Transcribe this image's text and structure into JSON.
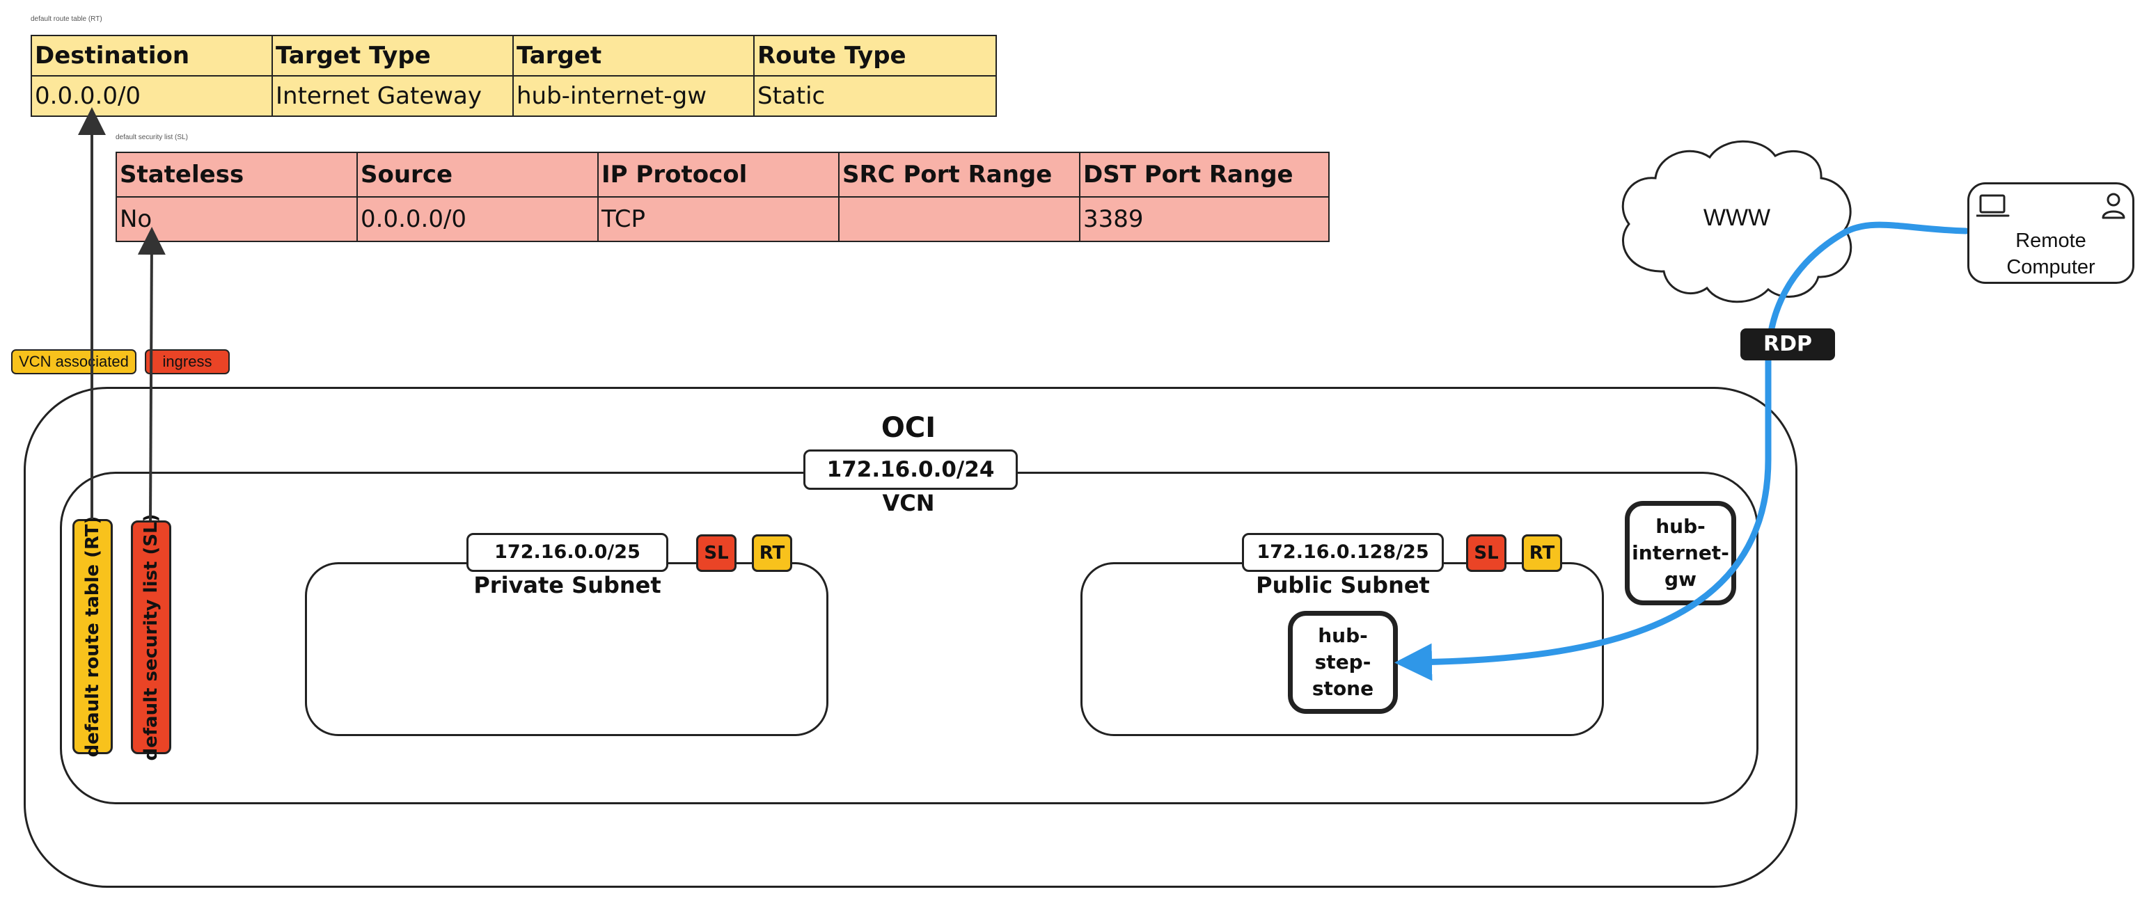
{
  "route_table": {
    "caption": "default route table (RT)",
    "headers": [
      "Destination",
      "Target Type",
      "Target",
      "Route Type"
    ],
    "row": [
      "0.0.0.0/0",
      "Internet Gateway",
      "hub-internet-gw",
      "Static"
    ]
  },
  "security_list": {
    "caption": "default security list (SL)",
    "headers": [
      "Stateless",
      "Source",
      "IP Protocol",
      "SRC Port Range",
      "DST Port Range"
    ],
    "row": [
      "No",
      "0.0.0.0/0",
      "TCP",
      "",
      "3389"
    ]
  },
  "tags": {
    "vcn_associated": "VCN associated",
    "ingress": "ingress"
  },
  "oci": {
    "title": "OCI",
    "vcn_cidr": "172.16.0.0/24",
    "vcn_label": "VCN",
    "default_rt_label": "default route table (RT)",
    "default_sl_label": "default security list (SL)"
  },
  "private_subnet": {
    "cidr": "172.16.0.0/25",
    "label": "Private Subnet",
    "sl_badge": "SL",
    "rt_badge": "RT"
  },
  "public_subnet": {
    "cidr": "172.16.0.128/25",
    "label": "Public Subnet",
    "sl_badge": "SL",
    "rt_badge": "RT"
  },
  "nodes": {
    "internet_gw": "hub-\ninternet-\ngw",
    "step_stone": "hub-step-\nstone"
  },
  "internet": {
    "label": "WWW"
  },
  "rdp_label": "RDP",
  "remote": {
    "label": "Remote\nComputer"
  },
  "colors": {
    "route_table_fill": "#fde79a",
    "security_list_fill": "#f8b2a8",
    "yellow": "#f8c21c",
    "red": "#ea4426",
    "connection": "#2f97e8"
  },
  "icons": [
    "laptop-icon",
    "user-icon",
    "cloud-icon"
  ]
}
